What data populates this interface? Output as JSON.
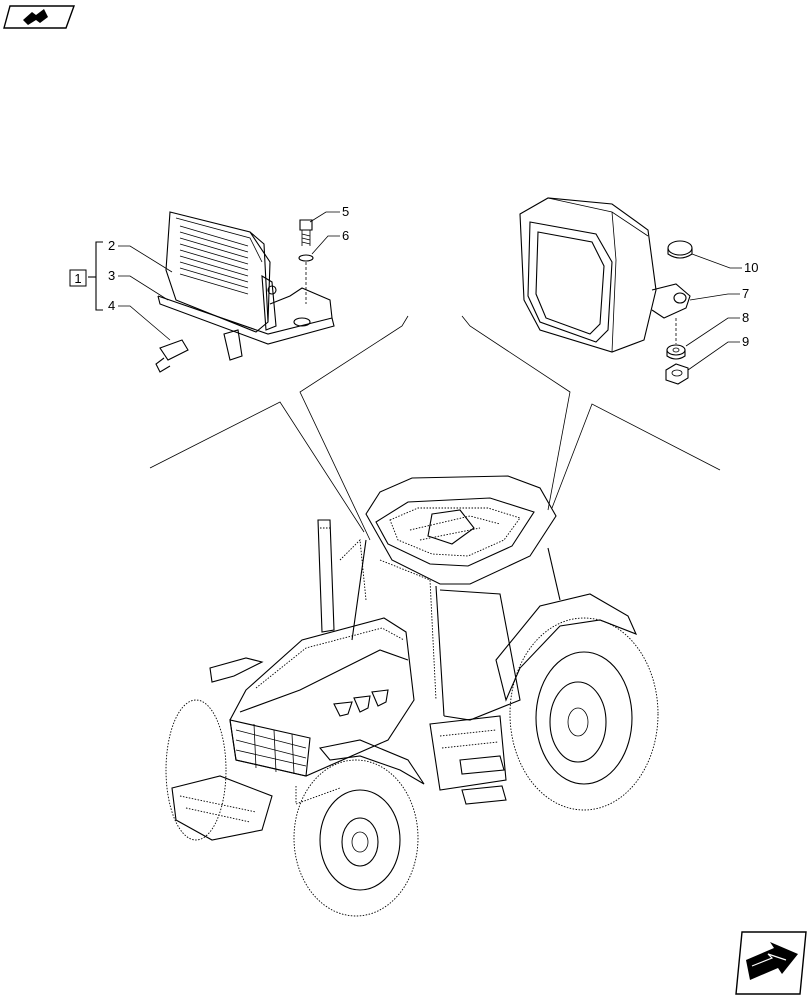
{
  "diagram": {
    "group_label": "1",
    "callouts": [
      "2",
      "3",
      "4",
      "5",
      "6",
      "7",
      "8",
      "9",
      "10"
    ],
    "nav": {
      "prev_icon": "left-arrow-icon",
      "next_icon": "next-page-arrow-icon"
    }
  }
}
